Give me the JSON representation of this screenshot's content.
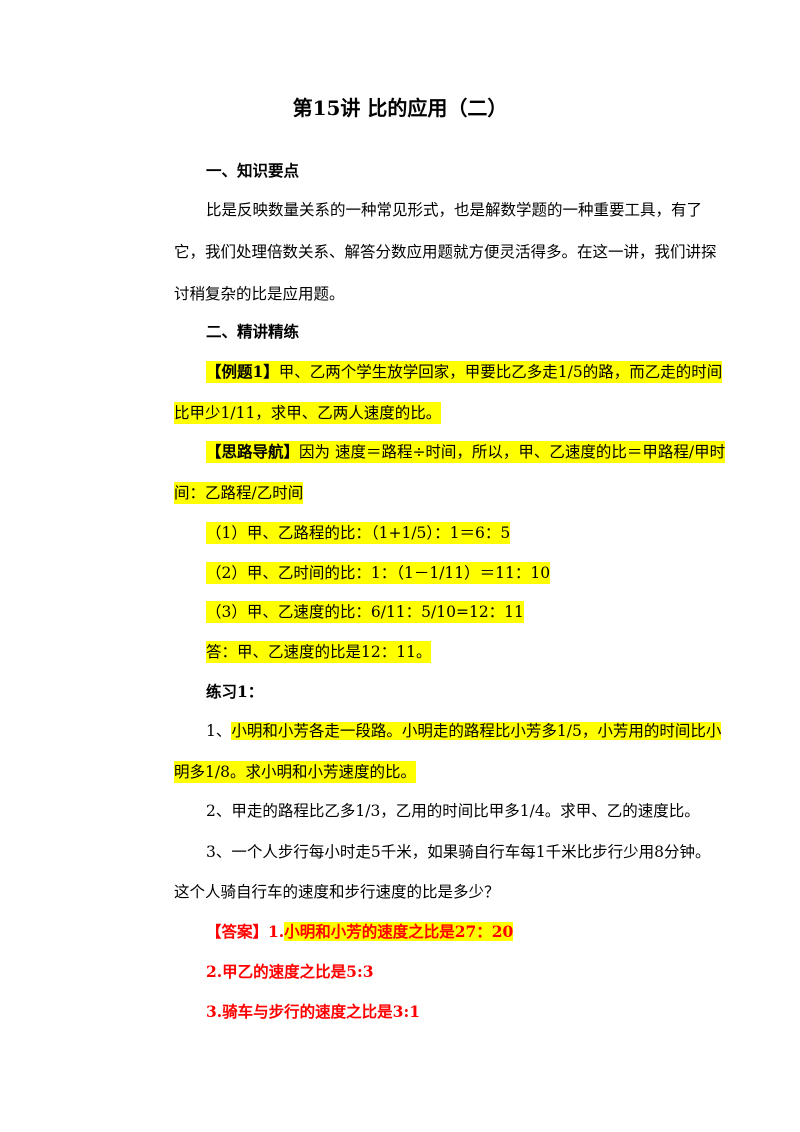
{
  "title": "第15讲  比的应用（二）",
  "section1": {
    "heading": "一、知识要点",
    "lines": [
      "比是反映数量关系的一种常见形式，也是解数学题的一种重要工具，有了",
      "它，我们处理倍数关系、解答分数应用题就方便灵活得多。在这一讲，我们讲探",
      "讨稍复杂的比是应用题。"
    ]
  },
  "section2": {
    "heading": "二、精讲精练",
    "example": {
      "label": "【例题1】",
      "line1": "甲、乙两个学生放学回家，甲要比乙多走1/5的路，而乙走的时间",
      "line2": "比甲少1/11，求甲、乙两人速度的比。"
    },
    "guide": {
      "label": "【思路导航】",
      "line1": "因为 速度＝路程÷时间，所以，甲、乙速度的比＝甲路程/甲时",
      "line2": "间：乙路程/乙时间",
      "steps": [
        "（1）甲、乙路程的比：（1+1/5）：1＝6：5",
        "（2）甲、乙时间的比：1：（1－1/11）＝11：10",
        "（3）甲、乙速度的比：6/11：5/10=12：11"
      ],
      "answer": "答：甲、乙速度的比是12：11。"
    },
    "practice": {
      "heading": "练习1：",
      "q1_prefix": "1、",
      "q1_line1": "小明和小芳各走一段路。小明走的路程比小芳多1/5，小芳用的时间比小",
      "q1_line2": "明多1/8。求小明和小芳速度的比。",
      "q2": "2、甲走的路程比乙多1/3，乙用的时间比甲多1/4。求甲、乙的速度比。",
      "q3_line1": "3、一个人步行每小时走5千米，如果骑自行车每1千米比步行少用8分钟。",
      "q3_line2": "这个人骑自行车的速度和步行速度的比是多少？"
    },
    "answers": {
      "label": "【答案】",
      "a1_prefix": "1.",
      "a1": "小明和小芳的速度之比是27：20",
      "a2": "2.甲乙的速度之比是5:3",
      "a3": "3.骑车与步行的速度之比是3:1"
    }
  },
  "colors": {
    "highlight": "#ffff00",
    "answer_red": "#ff0000",
    "text": "#000000"
  }
}
